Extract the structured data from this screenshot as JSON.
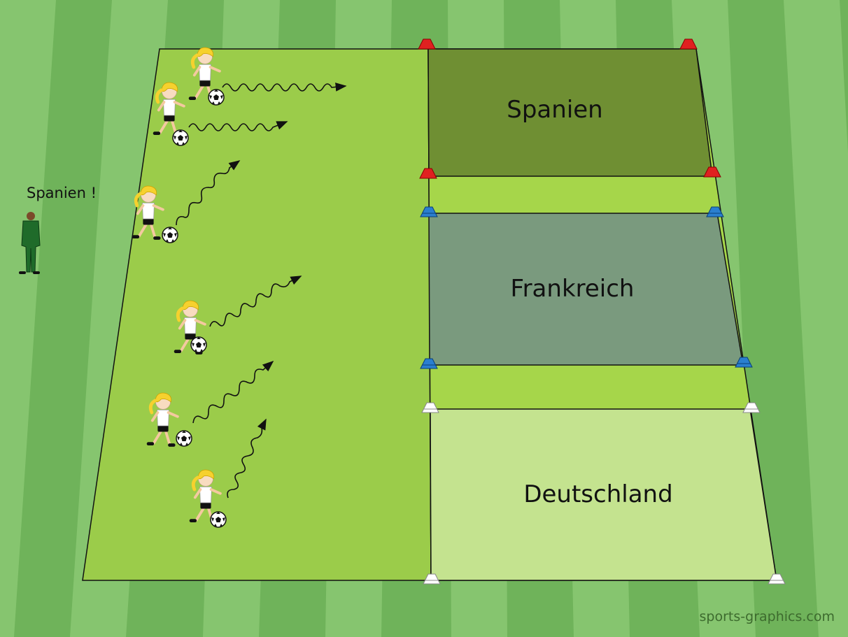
{
  "zones": [
    {
      "id": "spanien",
      "label": "Spanien",
      "fill": "#6f8f33",
      "cone_color": "#e02020"
    },
    {
      "id": "frankreich",
      "label": "Frankreich",
      "fill": "#7a9a7e",
      "cone_color": "#2a7fd0"
    },
    {
      "id": "deutschland",
      "label": "Deutschland",
      "fill": "#c4e38f",
      "cone_color": "#ffffff"
    }
  ],
  "coach": {
    "call": "Spanien !",
    "uniform_color": "#1f6b2a"
  },
  "players_count": 6,
  "watermark": "sports-graphics.com",
  "colors": {
    "grass_dark": "#6fb35a",
    "grass_light": "#86c56f",
    "pitch": "#9bcc4a",
    "corridor": "#a6d64a",
    "jersey": "#ffffff",
    "hair": "#f6d12e"
  }
}
